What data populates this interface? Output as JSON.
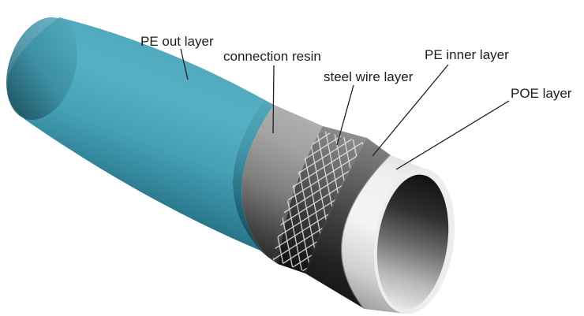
{
  "diagram": {
    "kind": "multi-layer composite pipe cutaway",
    "background_color": "#ffffff",
    "text_color": "#1c1c1c",
    "leader_line_color": "#1f1f1f",
    "labels": {
      "pe_out": "PE out layer",
      "connection_resin": "connection resin",
      "steel_wire": "steel wire layer",
      "pe_inner": "PE inner layer",
      "poe": "POE layer"
    },
    "layers": [
      {
        "label": "PE out layer",
        "appearance": "teal outer cylinder",
        "color": "#45a0b5"
      },
      {
        "label": "connection resin",
        "appearance": "light gray band",
        "color": "#9c9c9a"
      },
      {
        "label": "steel wire layer",
        "appearance": "white wire mesh on dark gray",
        "color": "#e6e6e4"
      },
      {
        "label": "PE inner layer",
        "appearance": "dark gray band",
        "color": "#4a4a48"
      },
      {
        "label": "POE layer",
        "appearance": "white innermost band at pipe mouth",
        "color": "#f0f0ee"
      }
    ]
  }
}
